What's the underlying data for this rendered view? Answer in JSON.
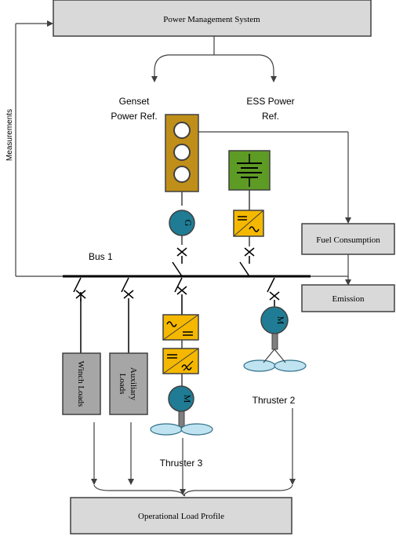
{
  "pms": {
    "title": "Power Management System"
  },
  "labels": {
    "measurements": "Measurements",
    "genset_ref_line1": "Genset",
    "genset_ref_line2": "Power Ref.",
    "ess_ref_line1": "ESS Power",
    "ess_ref_line2": "Ref.",
    "bus": "Bus 1",
    "thruster2": "Thruster 2",
    "thruster3": "Thruster 3"
  },
  "boxes": {
    "fuel": "Fuel Consumption",
    "emission": "Emission",
    "winch": "Winch Loads",
    "aux_line1": "Auxiliary",
    "aux_line2": "Loads",
    "olp": "Operational Load Profile"
  },
  "symbols": {
    "generator": "G",
    "motor": "M"
  },
  "colors": {
    "box_fill": "#d9d9d9",
    "load_fill": "#a6a6a6",
    "engine_fill": "#c08f1a",
    "battery_fill": "#5e9b24",
    "converter_fill": "#f5b800",
    "machine_fill": "#1f7c94",
    "propeller_fill": "#bfe3f0"
  },
  "icons": [
    "genset-engine-icon",
    "battery-icon",
    "converter-icon",
    "generator-icon",
    "motor-icon",
    "propeller-icon",
    "breaker-icon"
  ]
}
